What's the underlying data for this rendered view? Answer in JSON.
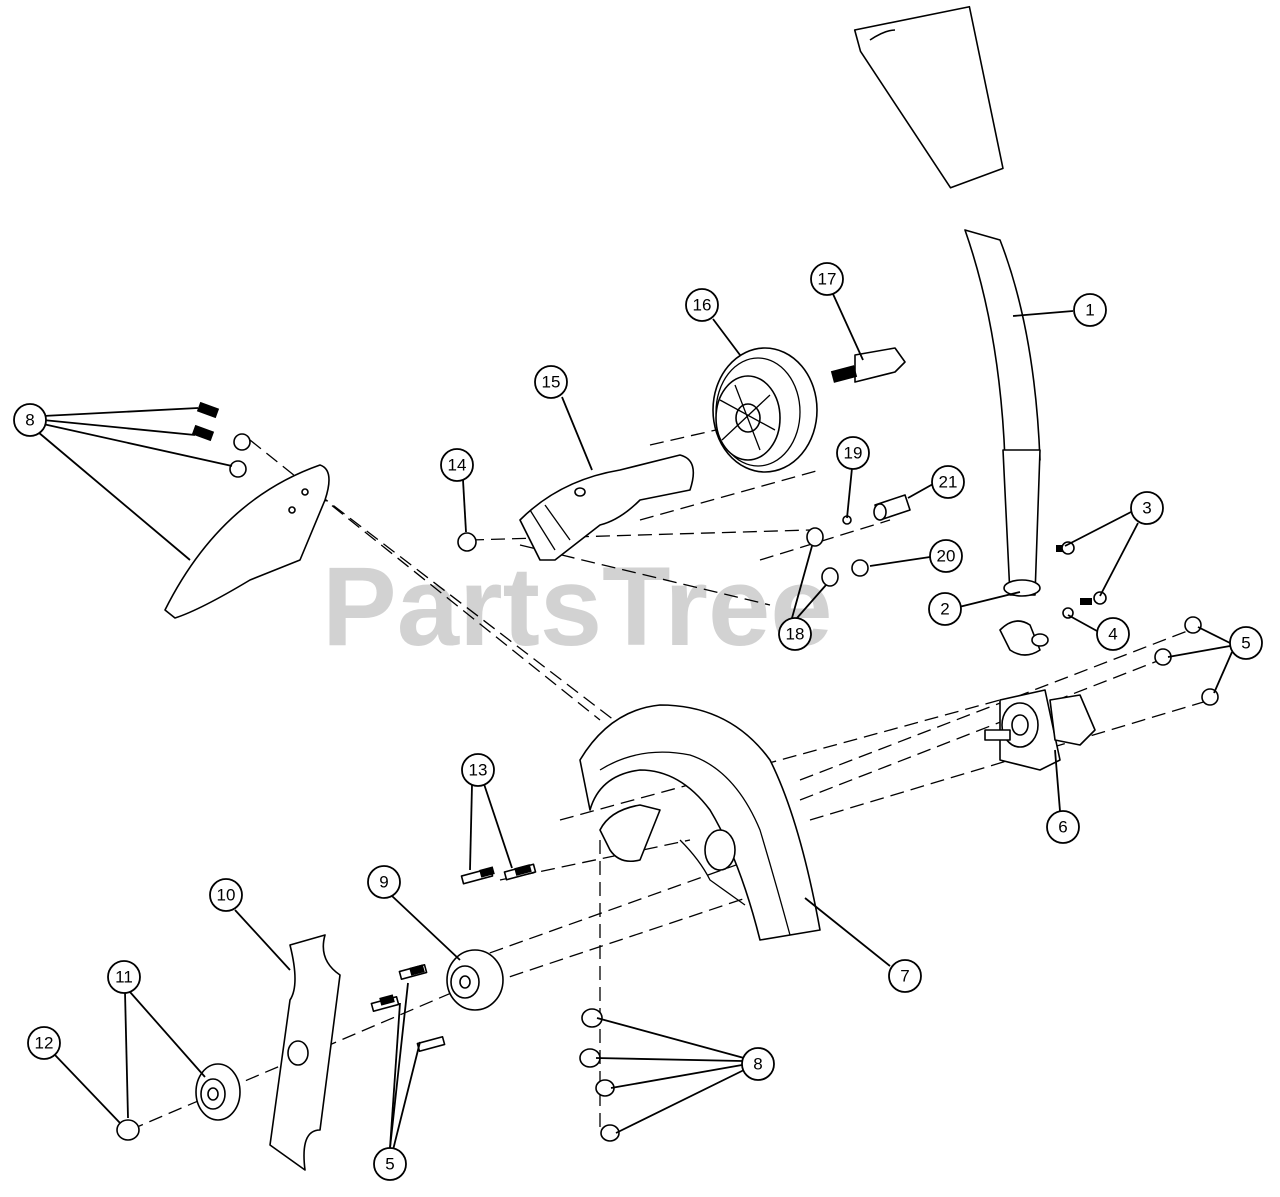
{
  "watermark": "PartsTree",
  "callouts": [
    "1",
    "2",
    "3",
    "4",
    "5",
    "6",
    "7",
    "8",
    "9",
    "10",
    "11",
    "12",
    "13",
    "14",
    "15",
    "16",
    "17",
    "18",
    "19",
    "20",
    "21"
  ]
}
